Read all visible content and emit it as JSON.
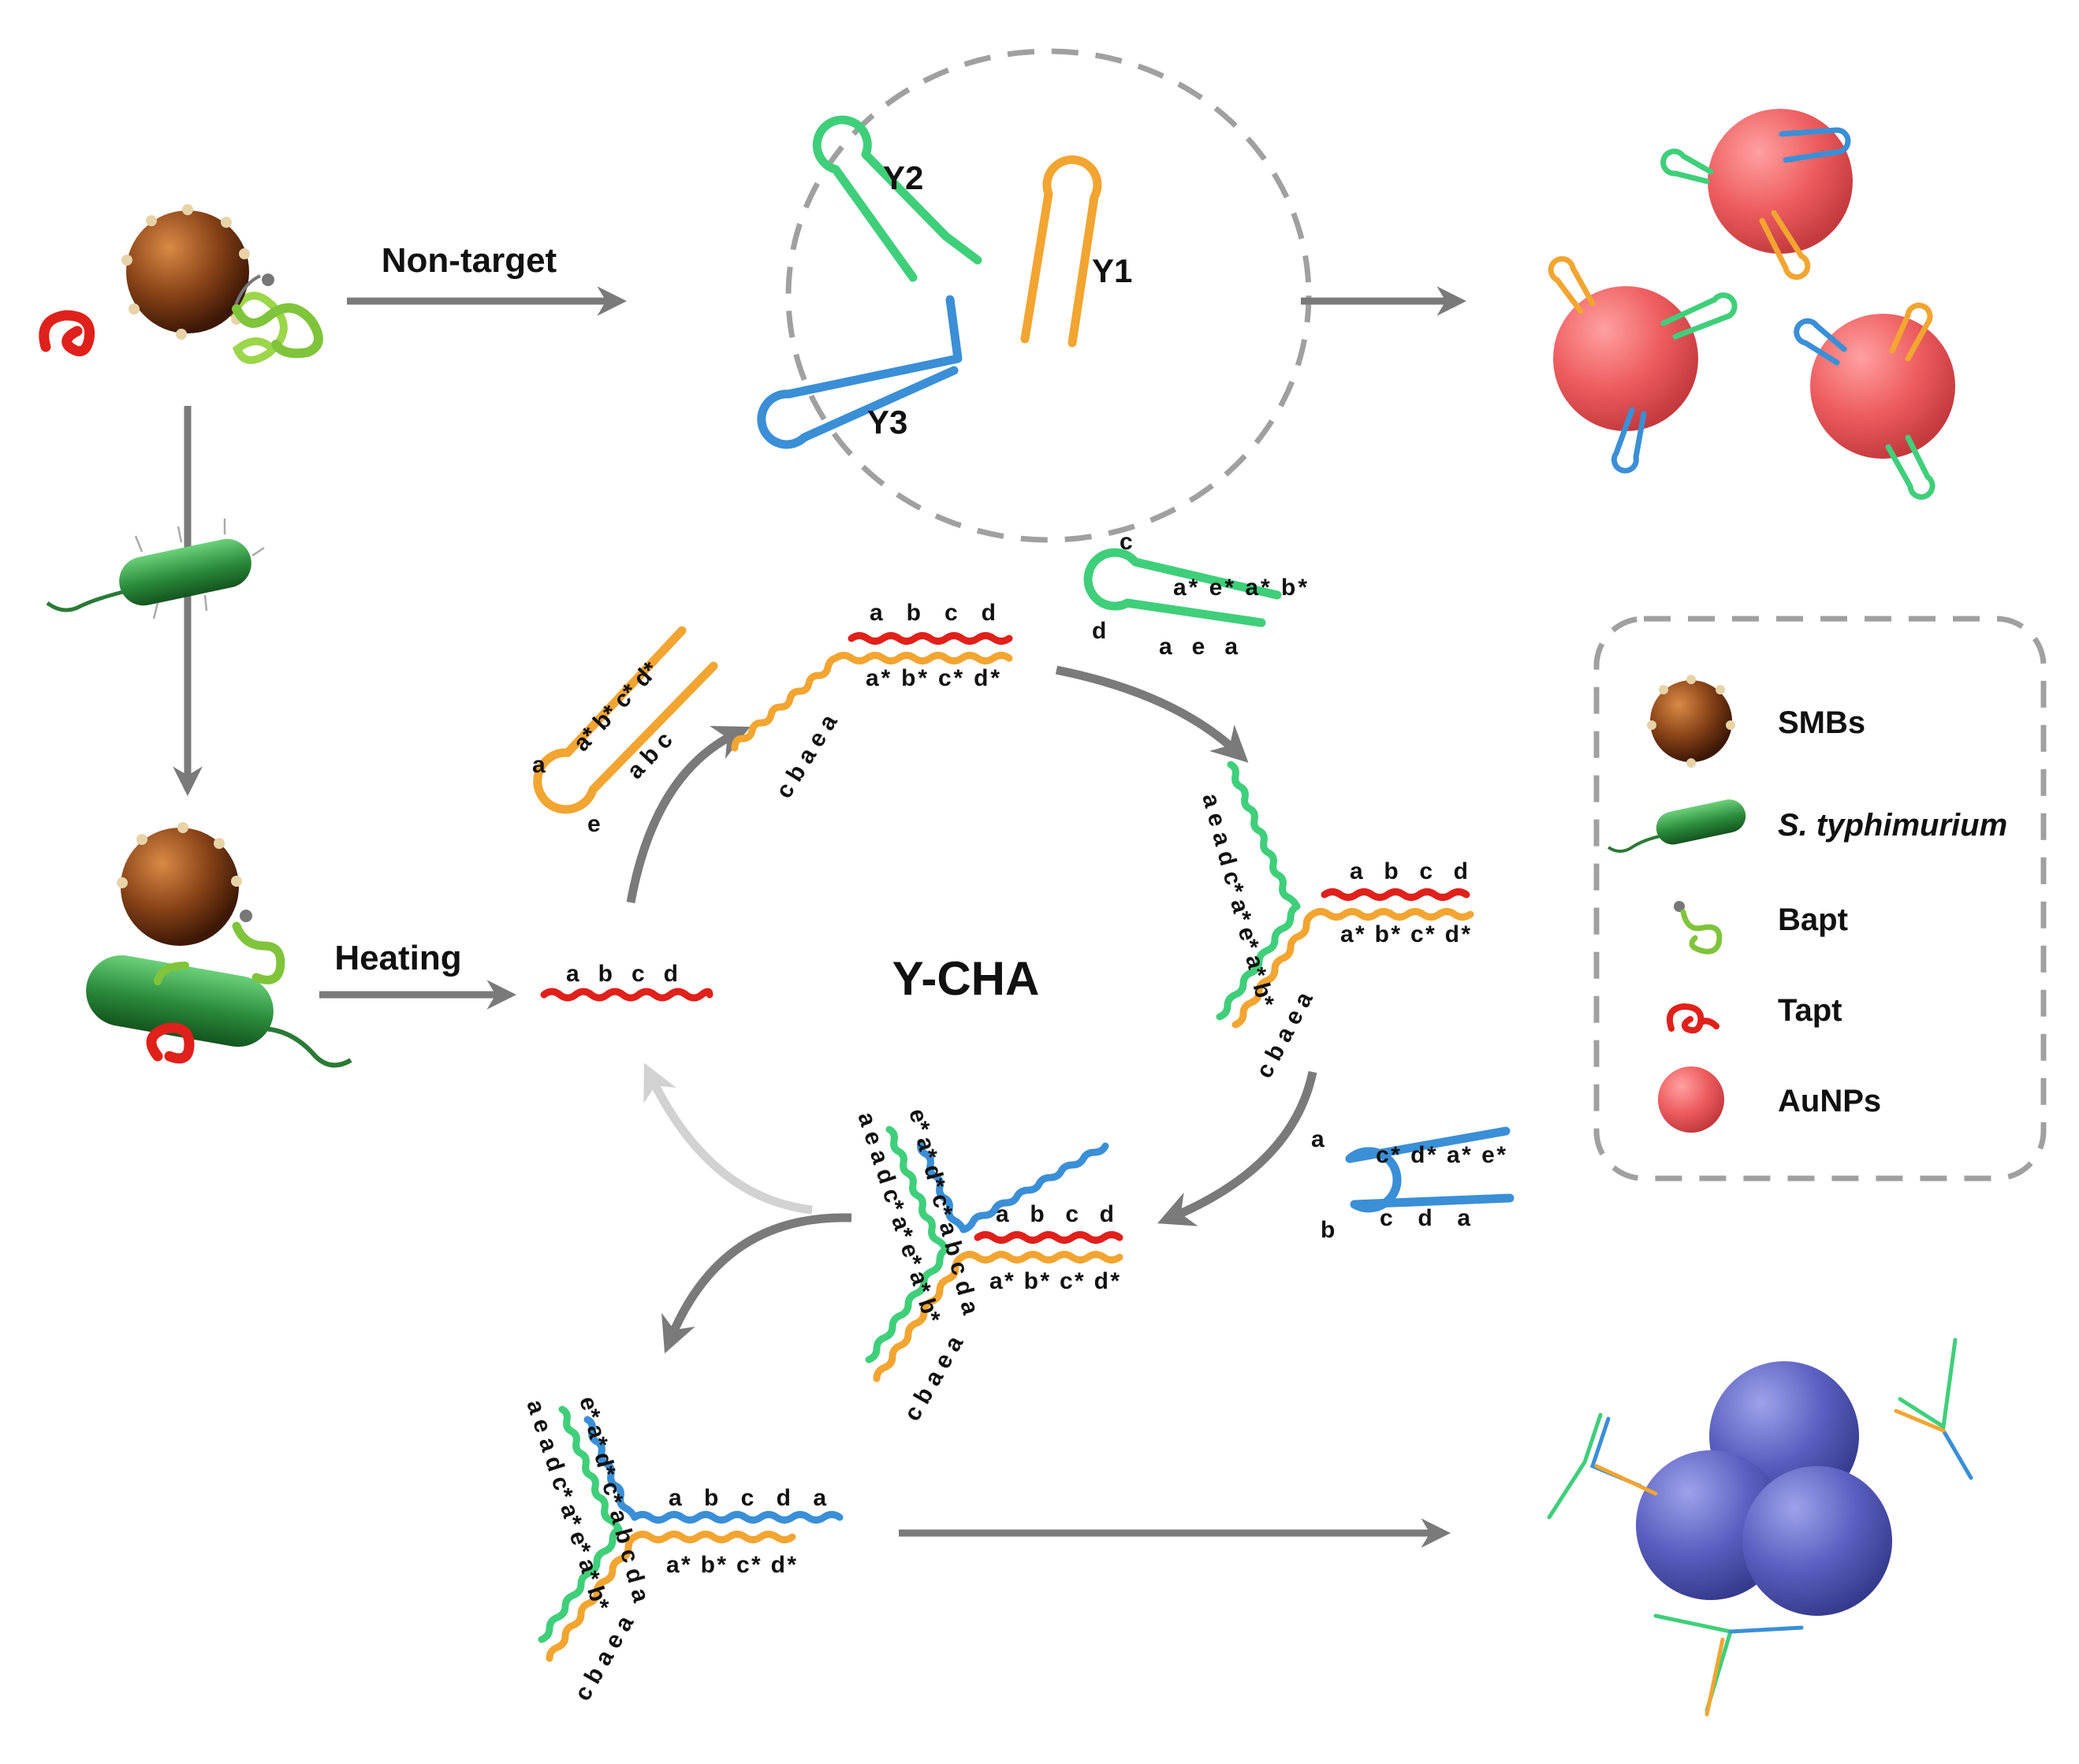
{
  "labels": {
    "non_target": "Non-target",
    "heating": "Heating",
    "y_cha": "Y-CHA",
    "y1": "Y1",
    "y2": "Y2",
    "y3": "Y3"
  },
  "legend": {
    "items": [
      {
        "icon": "smb-bead",
        "label": "SMBs"
      },
      {
        "icon": "bacterium",
        "label": "S. typhimurium"
      },
      {
        "icon": "bapt-strand",
        "label": "Bapt"
      },
      {
        "icon": "tapt-strand",
        "label": "Tapt"
      },
      {
        "icon": "aunp-sphere",
        "label": "AuNPs"
      }
    ]
  },
  "segments": {
    "target": "a b c d",
    "target_complex_top": "a b c d",
    "target_complex_bottom": "a* b* c* d*",
    "y1_loop_a": "a",
    "y1_loop_e": "e",
    "y1_stem_top": "a* b* c* d*",
    "y1_stem_bottom": "a b c",
    "y1_tail": "c b a e a",
    "y2_loop_c": "c",
    "y2_loop_d": "d",
    "y2_stem_top": "a* e* a* b*",
    "y2_stem_bottom": "a e a",
    "y2_arm": "a e a d c* a* e* a* b*",
    "y3_loop_a": "a",
    "y3_loop_b": "b",
    "y3_stem_top": "c* d* a* e*",
    "y3_stem_bottom": "c d a",
    "y3_arm": "e* a* d* c* a b c d a",
    "final_blue": "a b c d a",
    "final_orange": "a* b* c* d*"
  },
  "colors": {
    "green": "#3fcf7a",
    "orange": "#f2a531",
    "blue": "#3a8fd6",
    "red": "#e0201b",
    "arrow": "#7a7a7a",
    "arrow_faded": "#d2d2d2",
    "smb": "#7a3a12",
    "aunp_red": "#f0676a",
    "aunp_blue": "#5a5fc0",
    "bacterium": "#2c8a3c"
  }
}
